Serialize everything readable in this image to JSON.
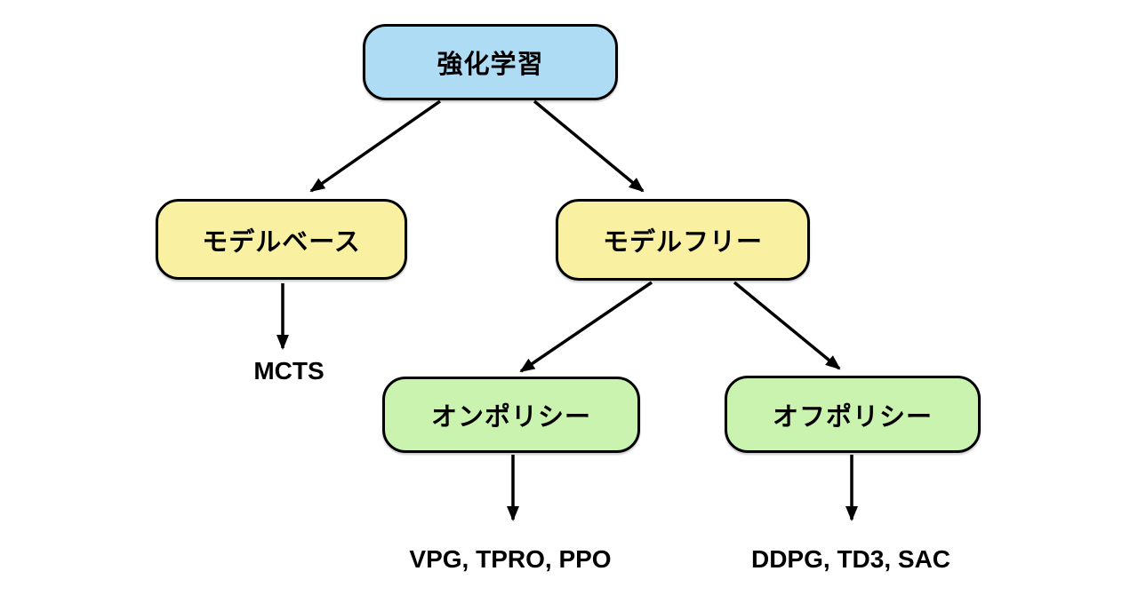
{
  "diagram": {
    "nodes": {
      "root": {
        "label": "強化学習",
        "fill": "#AEDCF5"
      },
      "model_based": {
        "label": "モデルベース",
        "fill": "#F9F0A2"
      },
      "model_free": {
        "label": "モデルフリー",
        "fill": "#F9F0A2"
      },
      "on_policy": {
        "label": "オンポリシー",
        "fill": "#C9F3AE"
      },
      "off_policy": {
        "label": "オフポリシー",
        "fill": "#C9F3AE"
      }
    },
    "leaves": {
      "mcts": {
        "label": "MCTS"
      },
      "on_policy_algorithms": {
        "label": "VPG, TPRO, PPO"
      },
      "off_policy_algorithms": {
        "label": "DDPG, TD3, SAC"
      }
    },
    "edges": [
      {
        "from": "強化学習",
        "to": "モデルベース"
      },
      {
        "from": "強化学習",
        "to": "モデルフリー"
      },
      {
        "from": "モデルベース",
        "to": "MCTS"
      },
      {
        "from": "モデルフリー",
        "to": "オンポリシー"
      },
      {
        "from": "モデルフリー",
        "to": "オフポリシー"
      },
      {
        "from": "オンポリシー",
        "to": "VPG, TPRO, PPO"
      },
      {
        "from": "オフポリシー",
        "to": "DDPG, TD3, SAC"
      }
    ],
    "colors": {
      "background": "#FFFFFF",
      "border": "#000000",
      "arrow": "#000000",
      "text": "#000000",
      "root_fill": "#AEDCF5",
      "model_fill": "#F9F0A2",
      "policy_fill": "#C9F3AE"
    }
  }
}
